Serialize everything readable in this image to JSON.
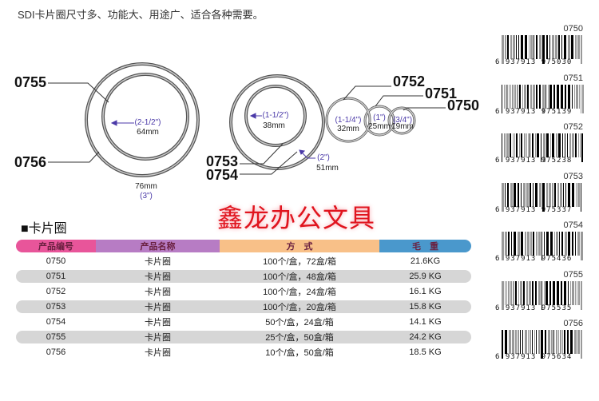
{
  "title": "SDI卡片圈尺寸多、功能大、用途广、适合各种需要。",
  "rings": {
    "c0755": "0755",
    "c0756": "0756",
    "in0755": "(2-1/2\")",
    "mm0755": "64mm",
    "mm0756": "76mm",
    "in0756": "(3\")",
    "c0753": "0753",
    "c0754": "0754",
    "in0753": "(1-1/2\")",
    "mm0753": "38mm",
    "in0754": "(2\")",
    "mm0754": "51mm",
    "c0752": "0752",
    "c0751": "0751",
    "c0750": "0750",
    "in0752": "(1-1/4\")",
    "mm0752": "32mm",
    "in0751": "(1\")",
    "mm0751": "25mm",
    "in0750": "(3/4\")",
    "mm0750": "19mm"
  },
  "watermark": "鑫龙办公文具",
  "section_title": "■卡片圈",
  "table": {
    "headers": [
      "产品编号",
      "产品名称",
      "方　式",
      "毛　重"
    ],
    "header_colors": [
      "#e8559a",
      "#b77cc4",
      "#f8c088",
      "#4a98cc"
    ],
    "rows": [
      [
        "0750",
        "卡片圈",
        "100个/盒，72盒/箱",
        "21.6KG"
      ],
      [
        "0751",
        "卡片圈",
        "100个/盒，48盒/箱",
        "25.9 KG"
      ],
      [
        "0752",
        "卡片圈",
        "100个/盒，24盒/箱",
        "16.1 KG"
      ],
      [
        "0753",
        "卡片圈",
        "100个/盒，20盒/箱",
        "15.8 KG"
      ],
      [
        "0754",
        "卡片圈",
        "50个/盒，24盒/箱",
        "14.1 KG"
      ],
      [
        "0755",
        "卡片圈",
        "25个/盒，50盒/箱",
        "24.2 KG"
      ],
      [
        "0756",
        "卡片圈",
        "10个/盒，50盒/箱",
        "18.5 KG"
      ]
    ]
  },
  "barcodes": [
    {
      "label": "0750",
      "number": "6 937913 975030"
    },
    {
      "label": "0751",
      "number": "6 937913 975139"
    },
    {
      "label": "0752",
      "number": "6 937913 975238"
    },
    {
      "label": "0753",
      "number": "6 937913 975337"
    },
    {
      "label": "0754",
      "number": "6 937913 975436"
    },
    {
      "label": "0755",
      "number": "6 937913 975535"
    },
    {
      "label": "0756",
      "number": "6 937913 975634"
    }
  ]
}
